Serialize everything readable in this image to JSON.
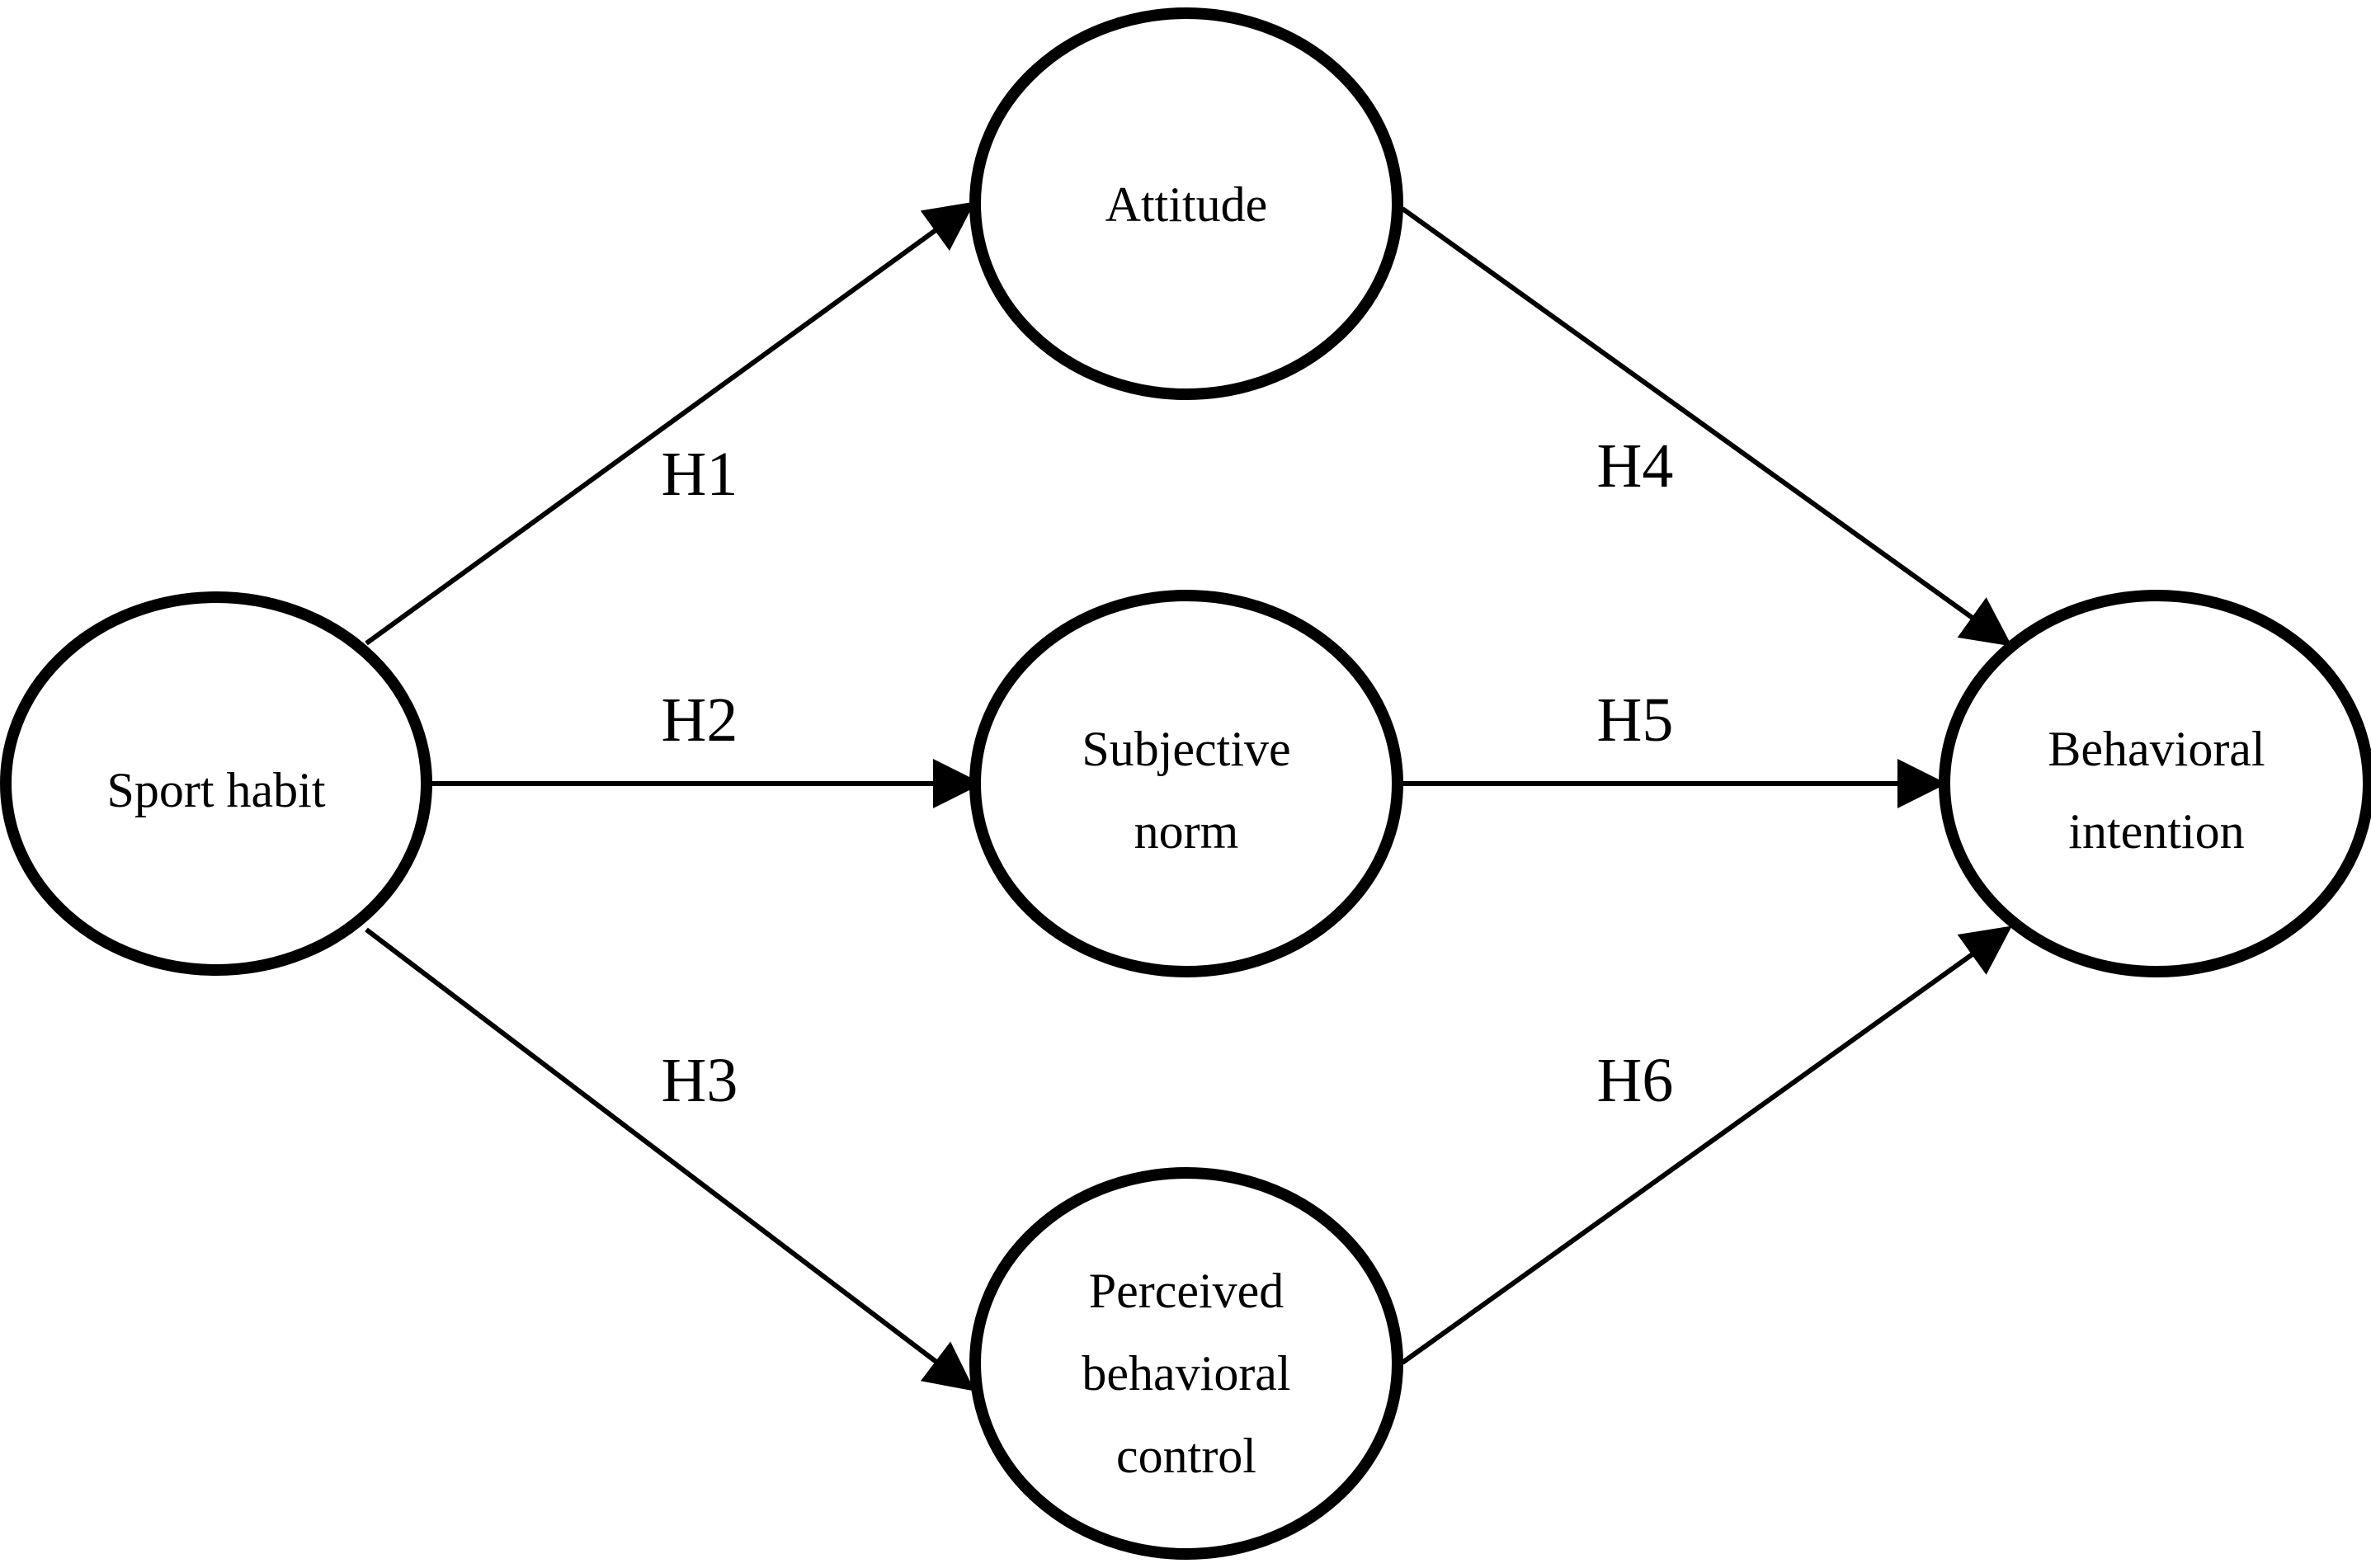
{
  "nodes": {
    "sport_habit": {
      "lines": [
        "Sport habit"
      ]
    },
    "attitude": {
      "lines": [
        "Attitude"
      ]
    },
    "subjective_norm": {
      "lines": [
        "Subjective",
        "norm"
      ]
    },
    "perceived_behavioral_control": {
      "lines": [
        "Perceived",
        "behavioral",
        "control"
      ]
    },
    "behavioral_intention": {
      "lines": [
        "Behavioral",
        "intention"
      ]
    }
  },
  "edges": {
    "h1": {
      "label": "H1",
      "from": "Sport habit",
      "to": "Attitude"
    },
    "h2": {
      "label": "H2",
      "from": "Sport habit",
      "to": "Subjective norm"
    },
    "h3": {
      "label": "H3",
      "from": "Sport habit",
      "to": "Perceived behavioral control"
    },
    "h4": {
      "label": "H4",
      "from": "Attitude",
      "to": "Behavioral intention"
    },
    "h5": {
      "label": "H5",
      "from": "Subjective norm",
      "to": "Behavioral intention"
    },
    "h6": {
      "label": "H6",
      "from": "Perceived behavioral control",
      "to": "Behavioral intention"
    }
  },
  "colors": {
    "stroke": "#000000",
    "background": "#ffffff"
  }
}
